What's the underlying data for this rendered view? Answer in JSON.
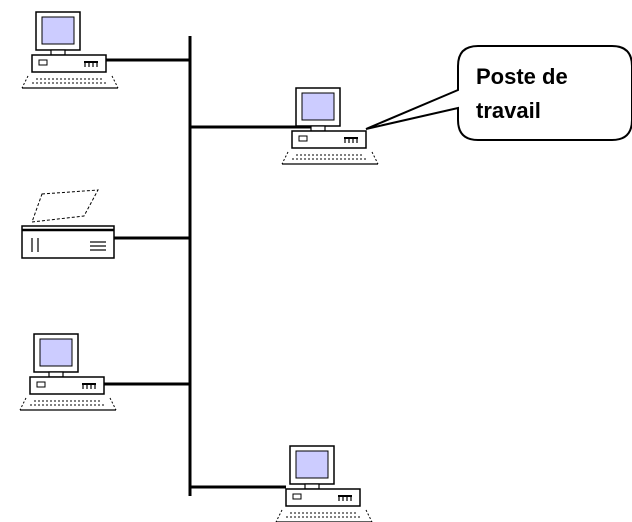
{
  "diagram": {
    "callout": {
      "line1": "Poste de",
      "line2": "travail"
    },
    "nodes": [
      {
        "kind": "computer"
      },
      {
        "kind": "computer"
      },
      {
        "kind": "printer"
      },
      {
        "kind": "computer"
      },
      {
        "kind": "computer"
      }
    ],
    "colors": {
      "line": "#000000",
      "screen": "#ccccff",
      "background": "#ffffff"
    }
  }
}
